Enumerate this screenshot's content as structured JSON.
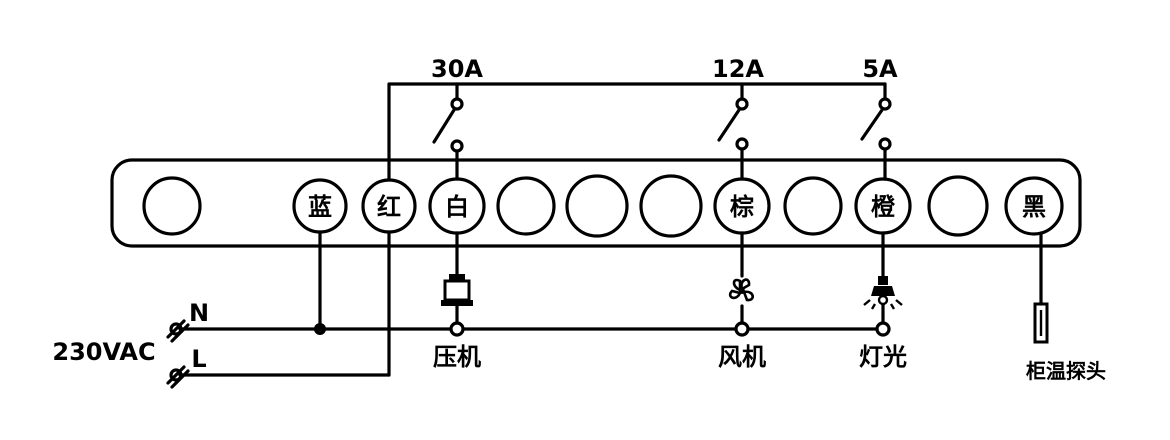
{
  "terminals": [
    {
      "label": ""
    },
    {
      "label": "蓝"
    },
    {
      "label": "红"
    },
    {
      "label": "白"
    },
    {
      "label": ""
    },
    {
      "label": ""
    },
    {
      "label": ""
    },
    {
      "label": "棕"
    },
    {
      "label": ""
    },
    {
      "label": "橙"
    },
    {
      "label": ""
    },
    {
      "label": "黑"
    }
  ],
  "relays": [
    {
      "rating": "30A",
      "load": "压机",
      "load_icon": "compressor-icon"
    },
    {
      "rating": "12A",
      "load": "风机",
      "load_icon": "fan-icon"
    },
    {
      "rating": "5A",
      "load": "灯光",
      "load_icon": "lamp-icon"
    }
  ],
  "supply": {
    "voltage": "230VAC",
    "neutral": "N",
    "live": "L"
  },
  "probe": {
    "label": "柜温探头",
    "icon": "temperature-probe-icon"
  }
}
